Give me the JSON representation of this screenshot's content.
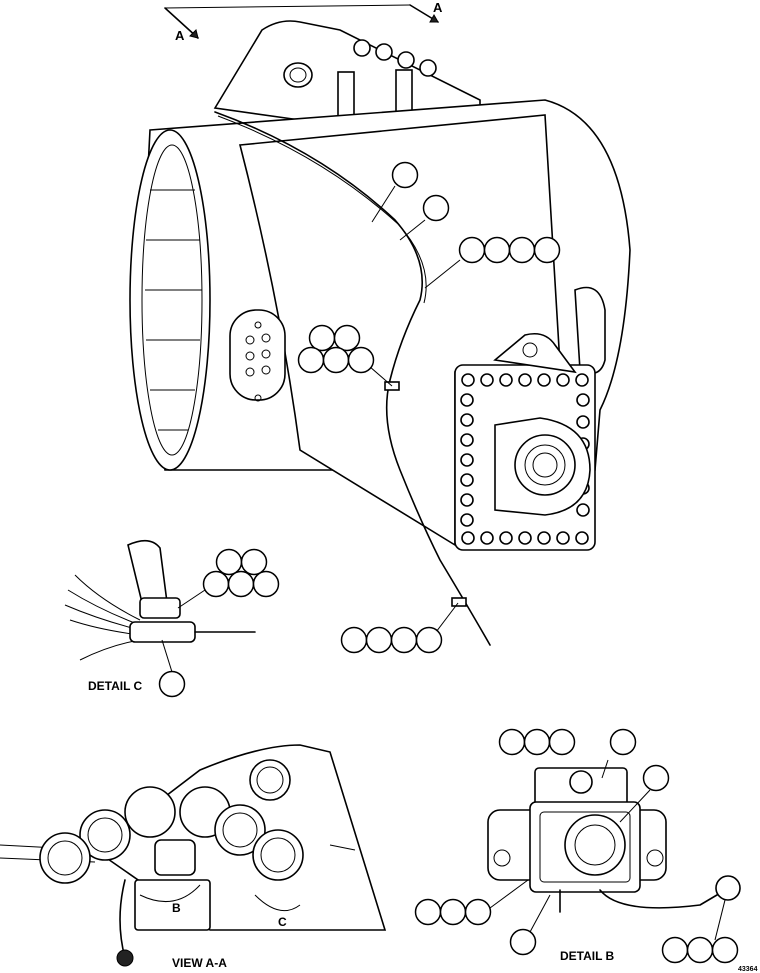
{
  "labels": {
    "section_a_left": "A",
    "section_a_right": "A",
    "detail_c": "DETAIL C",
    "view_aa": "VIEW A-A",
    "detail_b": "DETAIL B",
    "marker_b": "B",
    "marker_c": "C",
    "drawing_number": "43364"
  },
  "callout_groups": [
    {
      "name": "main-top-single-1",
      "count": 1
    },
    {
      "name": "main-top-single-2",
      "count": 1
    },
    {
      "name": "main-top-row-4",
      "count": 4
    },
    {
      "name": "main-left-cluster-5",
      "count": 5
    },
    {
      "name": "detail-c-cluster-5",
      "count": 5
    },
    {
      "name": "detail-c-bottom-single",
      "count": 1
    },
    {
      "name": "main-lower-row-4",
      "count": 4
    },
    {
      "name": "detail-b-top-row-3",
      "count": 3
    },
    {
      "name": "detail-b-top-right-single",
      "count": 1
    },
    {
      "name": "detail-b-right-single",
      "count": 1
    },
    {
      "name": "detail-b-left-row-3",
      "count": 3
    },
    {
      "name": "detail-b-bottom-single",
      "count": 1
    },
    {
      "name": "detail-b-bottom-right-row-3",
      "count": 3
    }
  ]
}
